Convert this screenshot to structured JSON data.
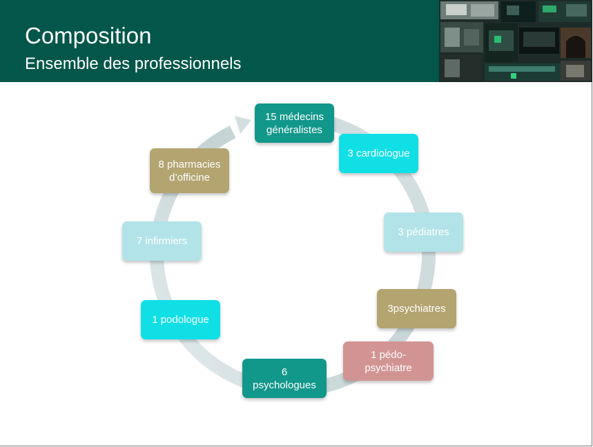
{
  "slide": {
    "title": "Composition",
    "subtitle": "Ensemble des professionnels"
  },
  "colors": {
    "header_bg": "#03564a",
    "dark_teal": "#12978b",
    "bright_cyan": "#10dfe6",
    "light_cyan": "#b2e3e8",
    "khaki": "#b3a470",
    "pink": "#d29493",
    "ring": "#cdd8da"
  },
  "cycle": {
    "nodes": [
      {
        "label": "15 médecins\ngénéralistes",
        "color": "dark_teal"
      },
      {
        "label": "3 cardiologue",
        "color": "bright_cyan"
      },
      {
        "label": "3 pédiatres",
        "color": "light_cyan"
      },
      {
        "label": "3psychiatres",
        "color": "khaki"
      },
      {
        "label": "1 pédo-\npsychiatre",
        "color": "pink"
      },
      {
        "label": "6\npsychologues",
        "color": "dark_teal"
      },
      {
        "label": "1 podologue",
        "color": "bright_cyan"
      },
      {
        "label": "7 infirmiers",
        "color": "light_cyan"
      },
      {
        "label": "8 pharmacies\nd’officine",
        "color": "khaki"
      }
    ]
  }
}
